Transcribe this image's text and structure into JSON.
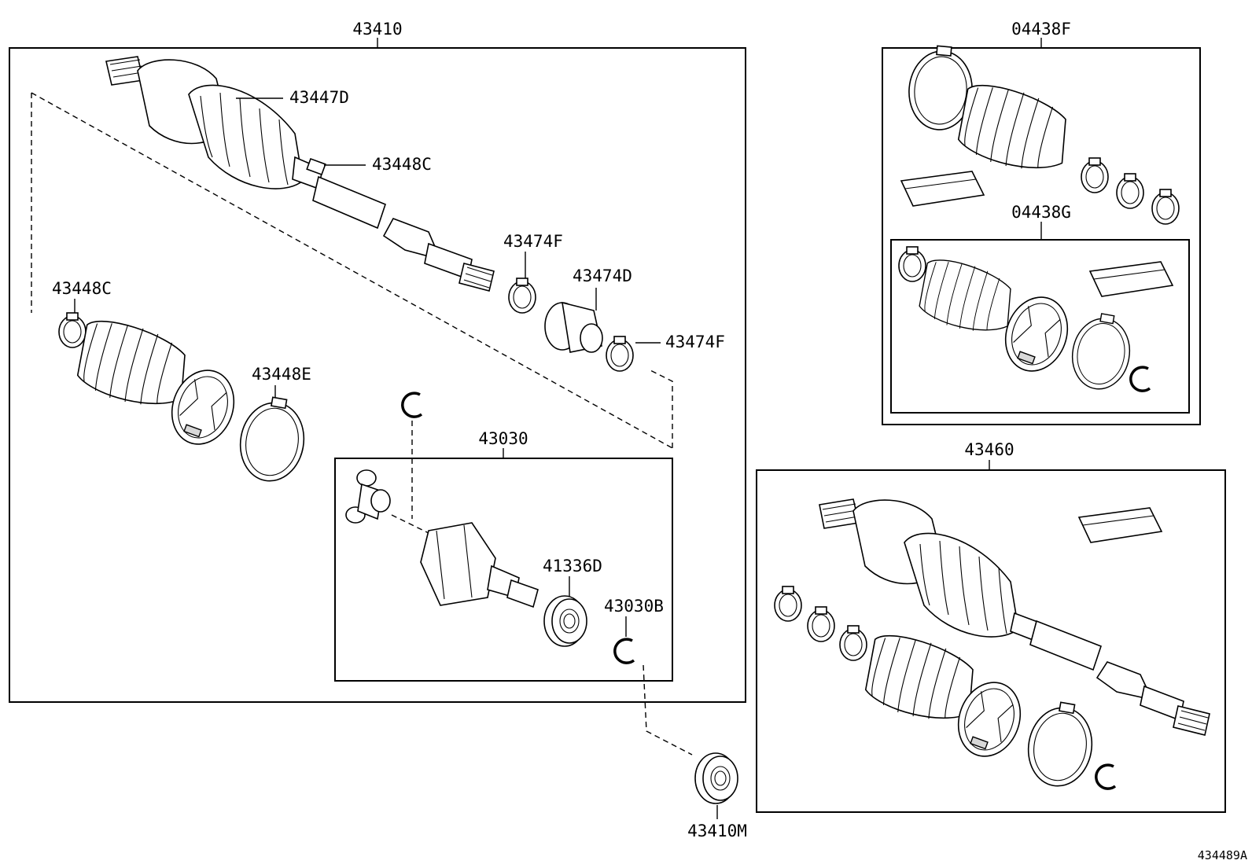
{
  "diagram": {
    "drawing_number": "434489A",
    "groups": [
      {
        "id": "43410",
        "label": "43410"
      },
      {
        "id": "43030",
        "label": "43030"
      },
      {
        "id": "04438F",
        "label": "04438F"
      },
      {
        "id": "04438G",
        "label": "04438G"
      },
      {
        "id": "43460",
        "label": "43460"
      }
    ],
    "callouts": [
      {
        "id": "43447D",
        "label": "43447D"
      },
      {
        "id": "43448C-shaft",
        "label": "43448C"
      },
      {
        "id": "43448C-loose",
        "label": "43448C"
      },
      {
        "id": "43474F-top",
        "label": "43474F"
      },
      {
        "id": "43474D",
        "label": "43474D"
      },
      {
        "id": "43474F-right",
        "label": "43474F"
      },
      {
        "id": "43448E",
        "label": "43448E"
      },
      {
        "id": "41336D",
        "label": "41336D"
      },
      {
        "id": "43030B",
        "label": "43030B"
      },
      {
        "id": "43410M",
        "label": "43410M"
      }
    ]
  }
}
